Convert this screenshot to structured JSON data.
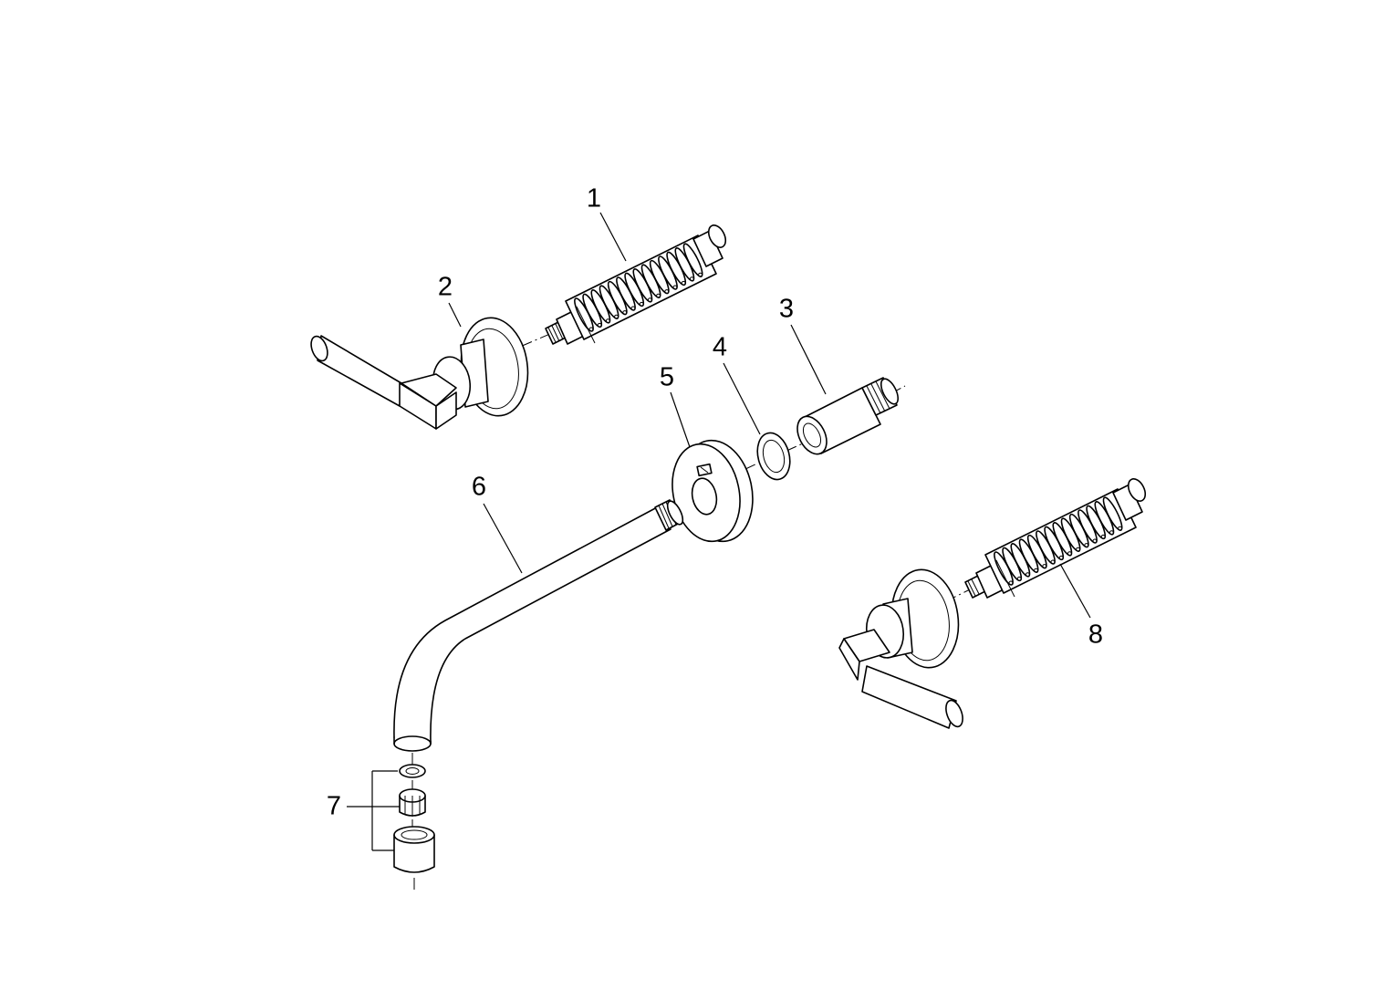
{
  "diagram": {
    "type": "exploded-parts-drawing",
    "labels": [
      {
        "id": "1",
        "text": "1"
      },
      {
        "id": "2",
        "text": "2"
      },
      {
        "id": "3",
        "text": "3"
      },
      {
        "id": "4",
        "text": "4"
      },
      {
        "id": "5",
        "text": "5"
      },
      {
        "id": "6",
        "text": "6"
      },
      {
        "id": "7",
        "text": "7"
      },
      {
        "id": "8",
        "text": "8"
      }
    ],
    "parts": [
      {
        "label": "1",
        "name": "cartridge"
      },
      {
        "label": "2",
        "name": "lever-handle"
      },
      {
        "label": "3",
        "name": "extension-sleeve"
      },
      {
        "label": "4",
        "name": "washer"
      },
      {
        "label": "5",
        "name": "rosette"
      },
      {
        "label": "6",
        "name": "spout"
      },
      {
        "label": "7",
        "name": "aerator-set"
      },
      {
        "label": "8",
        "name": "cartridge"
      }
    ],
    "colors": {
      "line": "#000000",
      "background": "#ffffff"
    }
  }
}
